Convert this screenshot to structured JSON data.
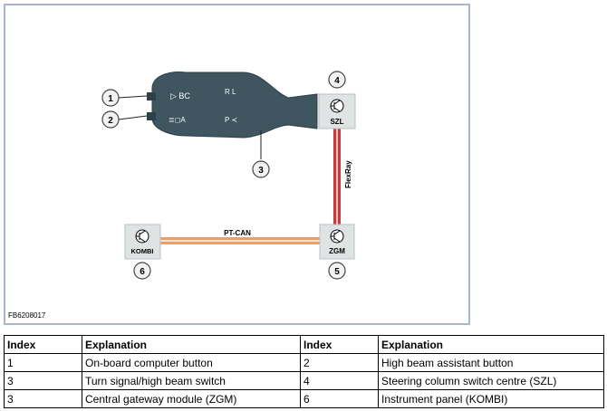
{
  "figure": {
    "id_label": "FB6208017",
    "callouts": [
      "1",
      "2",
      "3",
      "4",
      "5",
      "6"
    ],
    "switch_symbols": {
      "bc": "▷ BC",
      "high_beam_auto": "≣◻A",
      "direction": "R L",
      "wiper": "P ≺"
    },
    "modules": {
      "szl": "SZL",
      "zgm": "ZGM",
      "kombi": "KOMBI"
    },
    "buses": {
      "flexray": "FlexRay",
      "ptcan": "PT-CAN"
    },
    "colors": {
      "frame": "#aab4cc",
      "lever": "#3f5560",
      "module_box": "#dfe3e4",
      "flexray": "#c93b3b",
      "ptcan": "#e7a070"
    }
  },
  "legend": {
    "headers": [
      "Index",
      "Explanation",
      "Index",
      "Explanation"
    ],
    "rows": [
      {
        "i1": "1",
        "e1": "On-board computer button",
        "i2": "2",
        "e2": "High beam assistant button"
      },
      {
        "i1": "3",
        "e1": "Turn signal/high beam switch",
        "i2": "4",
        "e2": "Steering column switch centre (SZL)"
      },
      {
        "i1": "3",
        "e1": "Central gateway module (ZGM)",
        "i2": "6",
        "e2": "Instrument panel (KOMBI)"
      }
    ]
  }
}
